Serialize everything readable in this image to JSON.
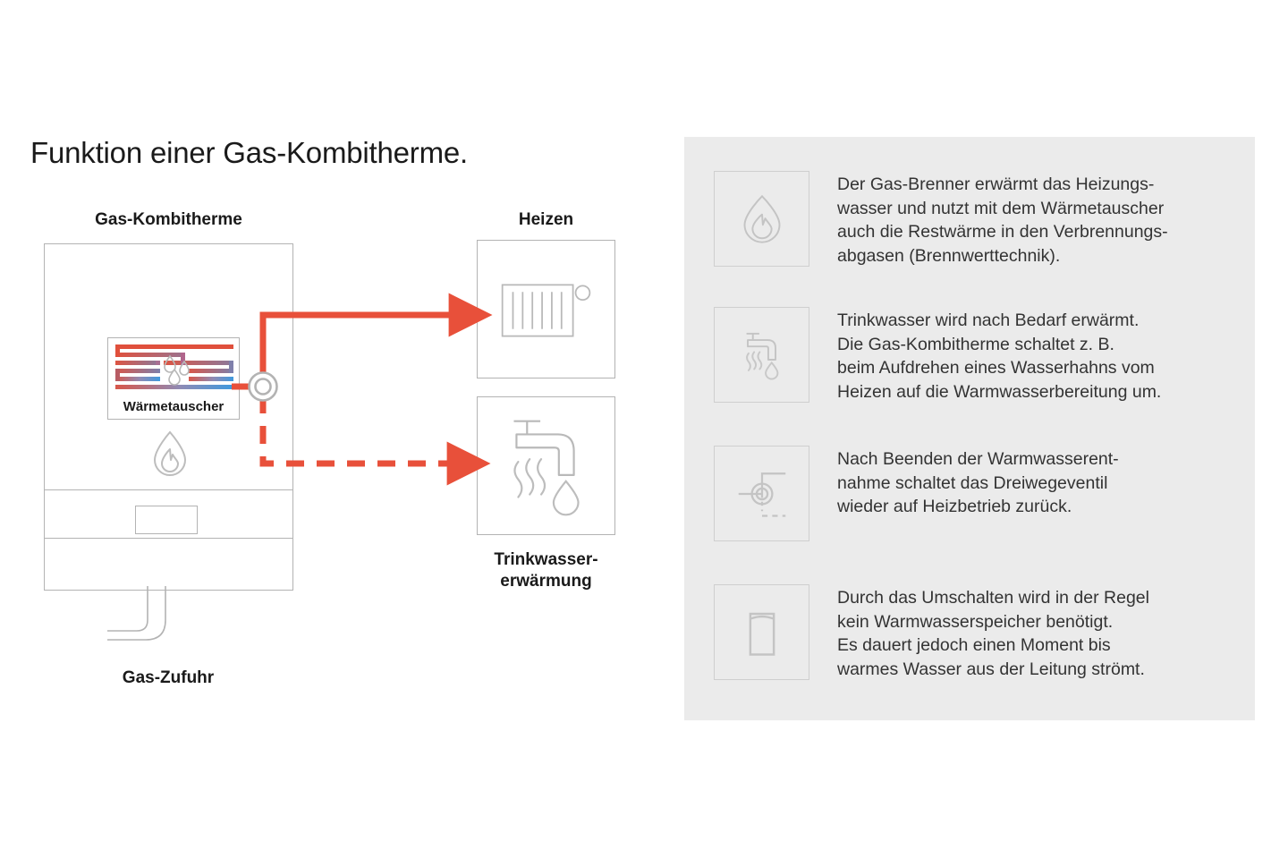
{
  "title": "Funktion einer Gas-Kombitherme.",
  "colors": {
    "accent_red": "#e8503a",
    "hot_red": "#e0503c",
    "cold_blue": "#4f9fd6",
    "outline_gray": "#b3b3b3",
    "icon_gray": "#c4c4c4",
    "panel_bg": "#ebebeb",
    "text": "#1a1a1a"
  },
  "diagram": {
    "boiler_label": "Gas-Kombitherme",
    "heat_exchanger_label": "Wärmetauscher",
    "gas_supply_label": "Gas-Zufuhr",
    "heating_label": "Heizen",
    "water_label": "Trinkwasser-\nerwärmung",
    "icons": {
      "heat_exchanger": "heat-exchanger-icon",
      "burner": "flame-icon",
      "valve": "three-way-valve-icon",
      "radiator": "radiator-icon",
      "faucet": "faucet-icon",
      "gas_pipe": "gas-pipe-icon"
    },
    "flows": [
      {
        "name": "heating-flow",
        "style": "solid",
        "target": "Heizen"
      },
      {
        "name": "hot-water-flow",
        "style": "dashed",
        "target": "Trinkwassererwärmung"
      }
    ]
  },
  "info_panel": {
    "items": [
      {
        "icon": "flame-icon",
        "text": "Der Gas-Brenner erwärmt das Heizungs-\nwasser und nutzt mit dem Wärmetauscher\nauch die Restwärme in den Verbrennungs-\nabgasen (Brennwerttechnik)."
      },
      {
        "icon": "faucet-icon",
        "text": "Trinkwasser wird nach Bedarf erwärmt.\nDie Gas-Kombitherme schaltet z. B.\nbeim Aufdrehen eines Wasserhahns vom\nHeizen auf die Warmwasserbereitung um."
      },
      {
        "icon": "three-way-valve-icon",
        "text": "Nach Beenden der Warmwasserent-\nnahme schaltet das Dreiwegeventil\nwieder auf Heizbetrieb zurück."
      },
      {
        "icon": "water-tank-icon",
        "text": "Durch das Umschalten wird in der Regel\nkein Warmwasserspeicher benötigt.\nEs dauert jedoch einen Moment bis\nwarmes Wasser aus der Leitung strömt."
      }
    ]
  }
}
